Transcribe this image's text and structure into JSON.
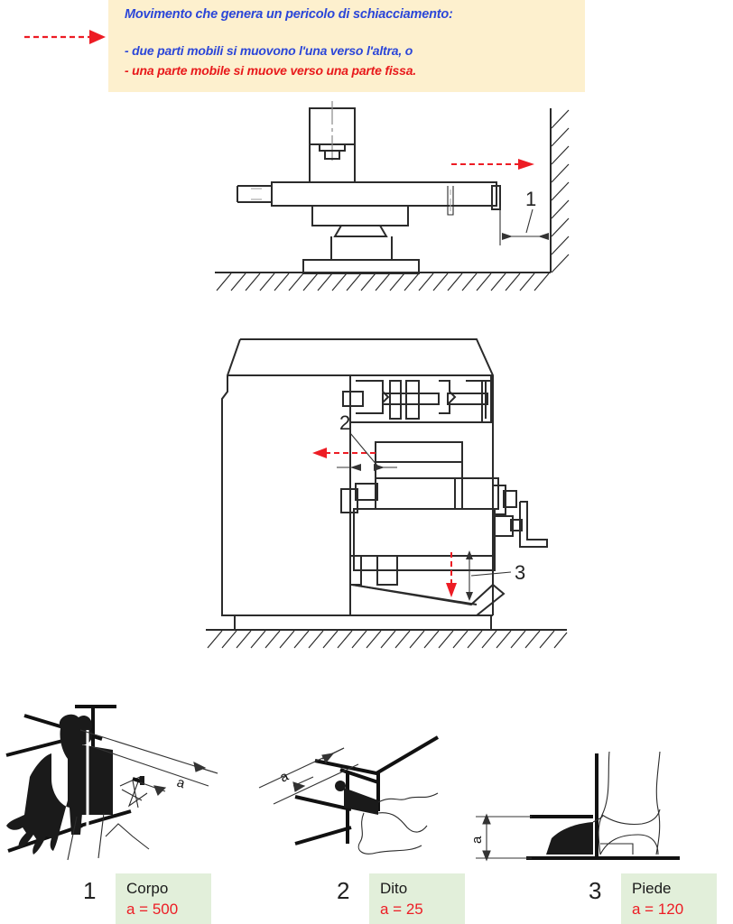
{
  "callout": {
    "title": "Movimento che genera un pericolo di schiacciamento:",
    "bullet_1": "- due parti mobili si muovono l'una verso l'altra, o",
    "bullet_2": "- una parte mobile si muove verso una parte fissa.",
    "title_color": "#2B46D8",
    "bullet_1_color": "#2B46D8",
    "bullet_2_color": "#E8191B",
    "background_color": "#FDF0CE",
    "arrow_color": "#ED1C24",
    "arrow_name": "red-dashed-arrow"
  },
  "figure_press": {
    "callout_number": "1",
    "arrow_name": "red-dashed-arrow-right",
    "description": "Tavola mobile che si muove verso una parete fissa"
  },
  "figure_milling": {
    "callout_number_2": "2",
    "callout_number_3": "3",
    "arrow_2_name": "red-dashed-arrow-left",
    "arrow_3_name": "red-dashed-arrow-down",
    "description": "Fresatrice con tavola e slitta mobili"
  },
  "legend": {
    "items": [
      {
        "number": "1",
        "name": "Corpo",
        "value": "a = 500",
        "box_color": "#E2EFDA",
        "value_color": "#ED1C24",
        "dim_label": "a"
      },
      {
        "number": "2",
        "name": "Dito",
        "value": "a = 25",
        "box_color": "#E2EFDA",
        "value_color": "#ED1C24",
        "dim_label": "a"
      },
      {
        "number": "3",
        "name": "Piede",
        "value": "a = 120",
        "box_color": "#E2EFDA",
        "value_color": "#ED1C24",
        "dim_label": "a"
      }
    ]
  }
}
